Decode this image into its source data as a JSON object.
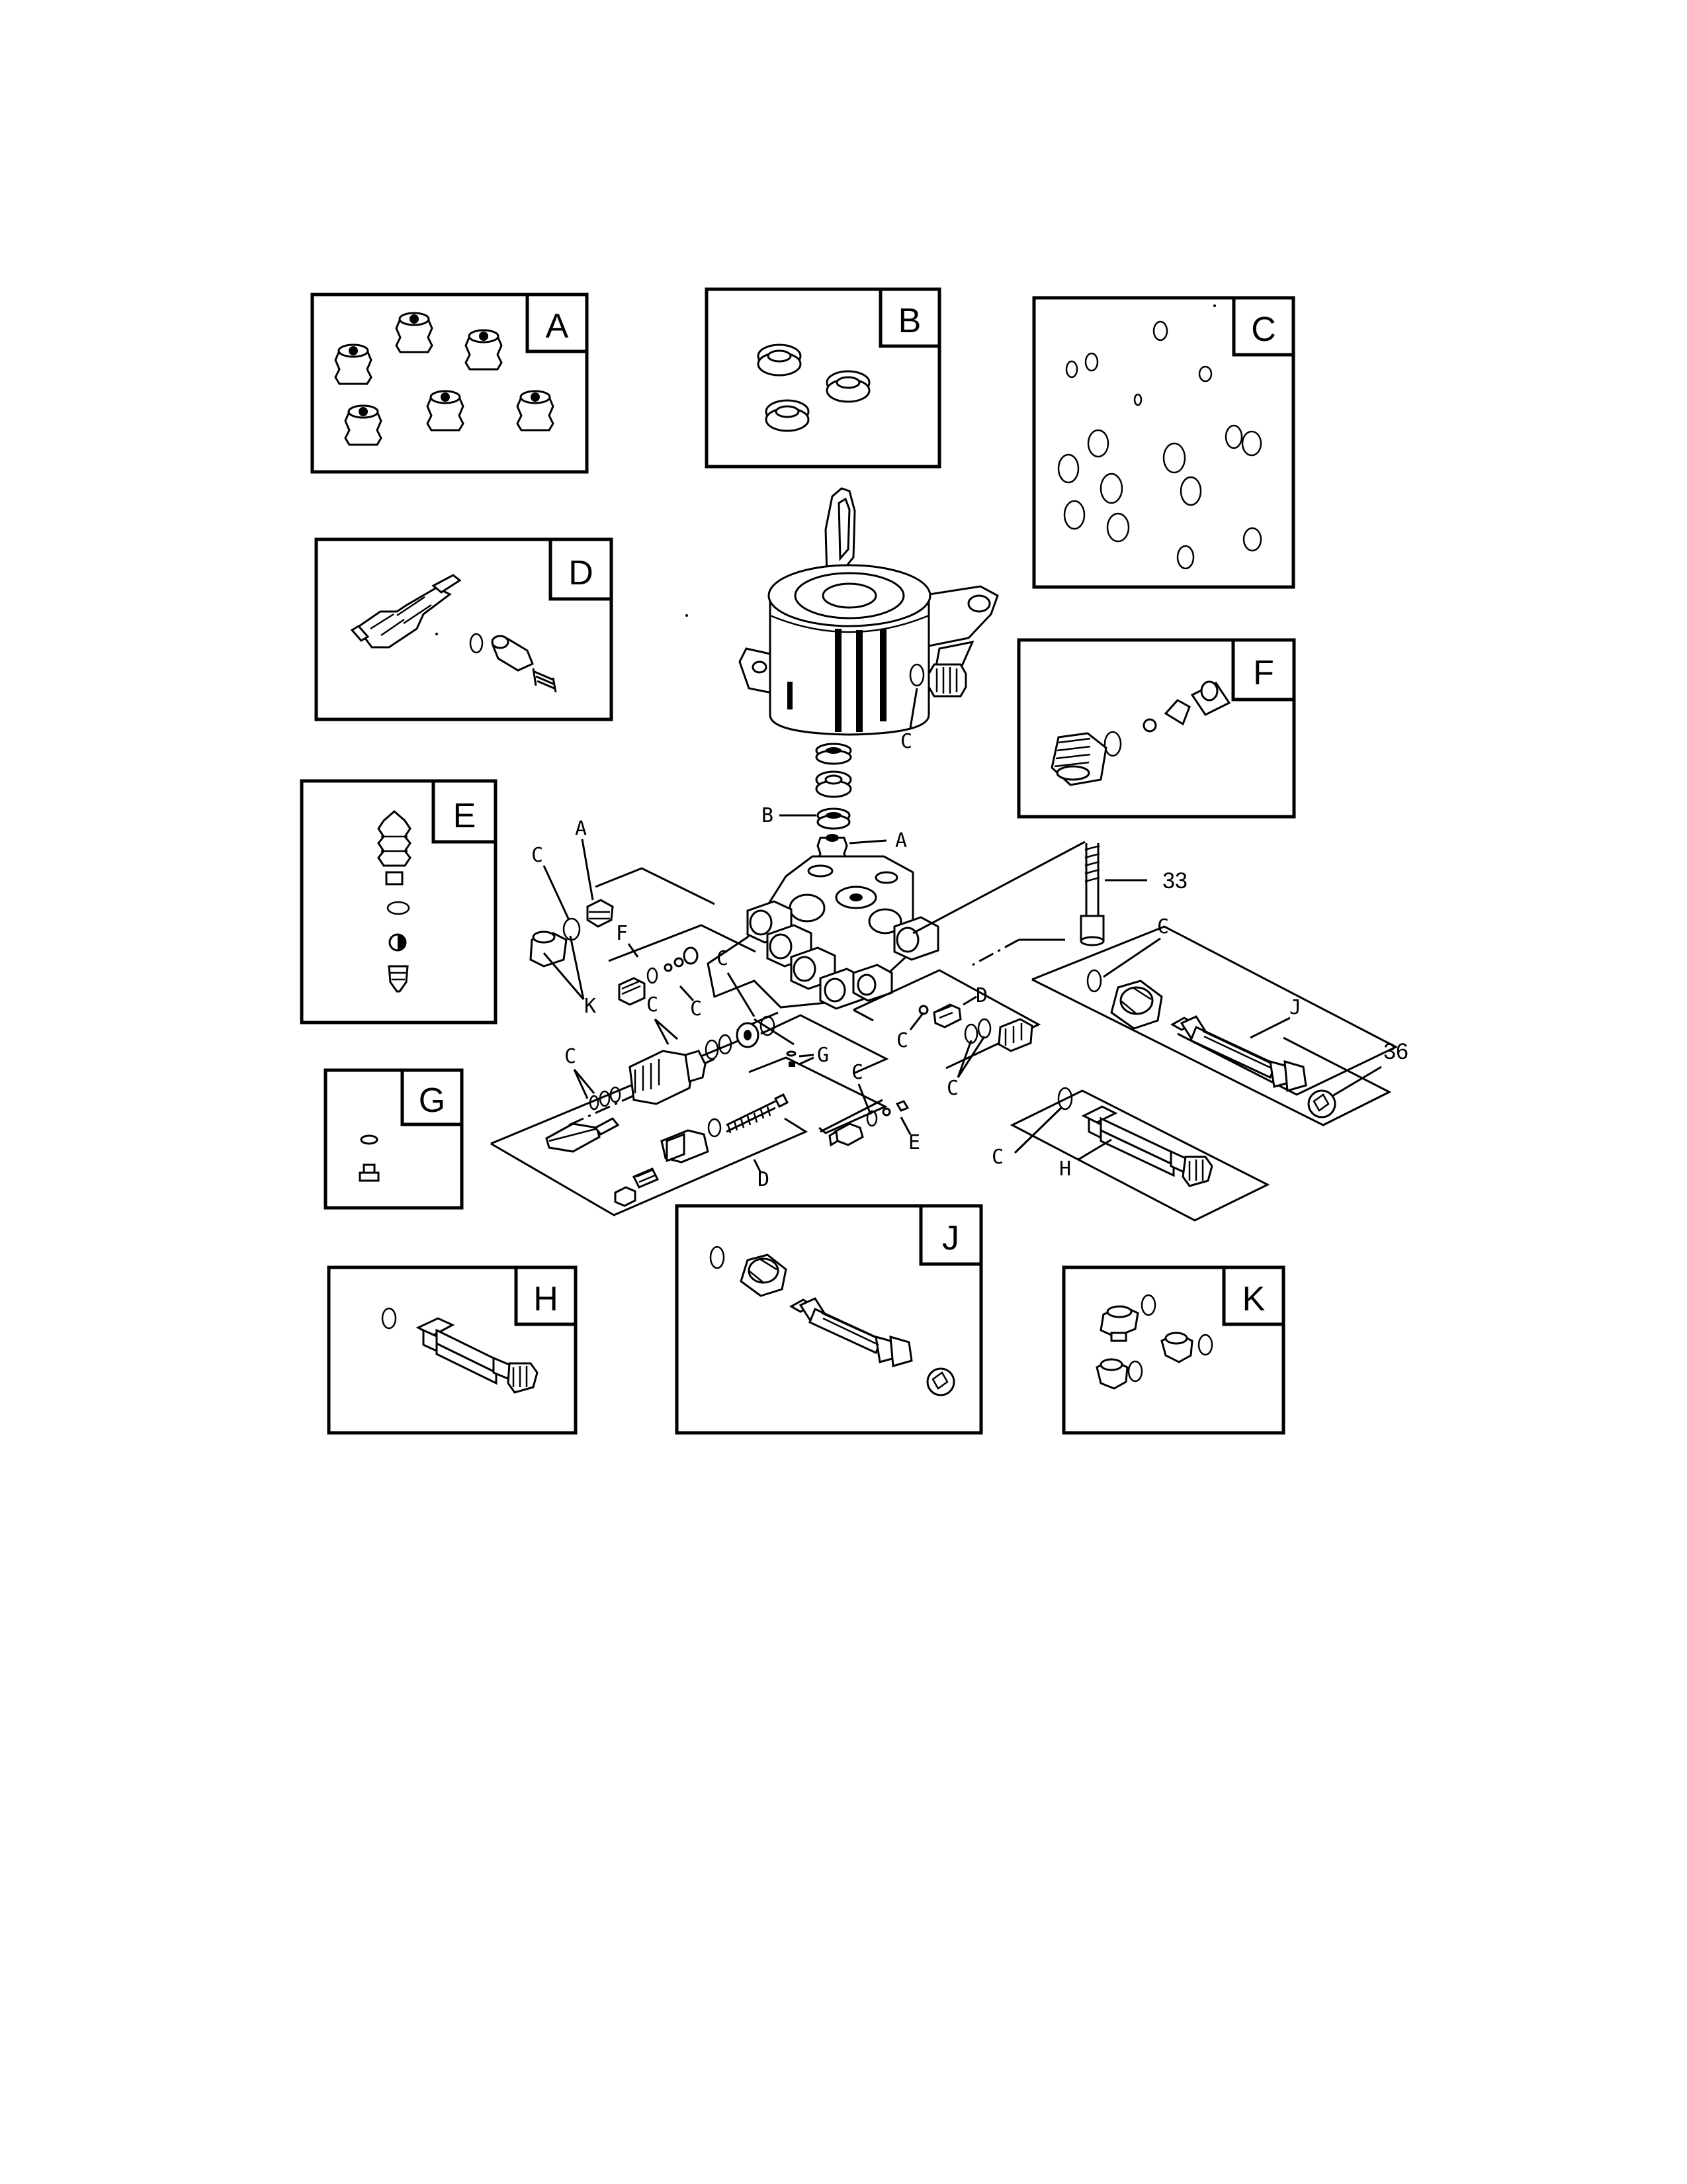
{
  "kits": {
    "a": "A",
    "b": "B",
    "c": "C",
    "d": "D",
    "e": "E",
    "f": "F",
    "g": "G",
    "h": "H",
    "j": "J",
    "k": "K"
  },
  "callouts": {
    "c_head": "C",
    "b_seal": "B",
    "a_valve": "A",
    "a_left": "A",
    "c_left": "C",
    "k_left": "K",
    "f_unloader": "F",
    "c_unloader1": "C",
    "c_unloader2": "C",
    "c_unloader3": "C",
    "c_valve_left": "C",
    "d_left": "D",
    "g_mid": "G",
    "c_mid": "C",
    "e_mid": "E",
    "d_right": "D",
    "c_right1": "C",
    "c_right2": "C",
    "c_j": "C",
    "j_mid": "J",
    "c_h": "C",
    "h_mid": "H"
  },
  "part_numbers": {
    "bolt": "33",
    "cap": "36"
  }
}
